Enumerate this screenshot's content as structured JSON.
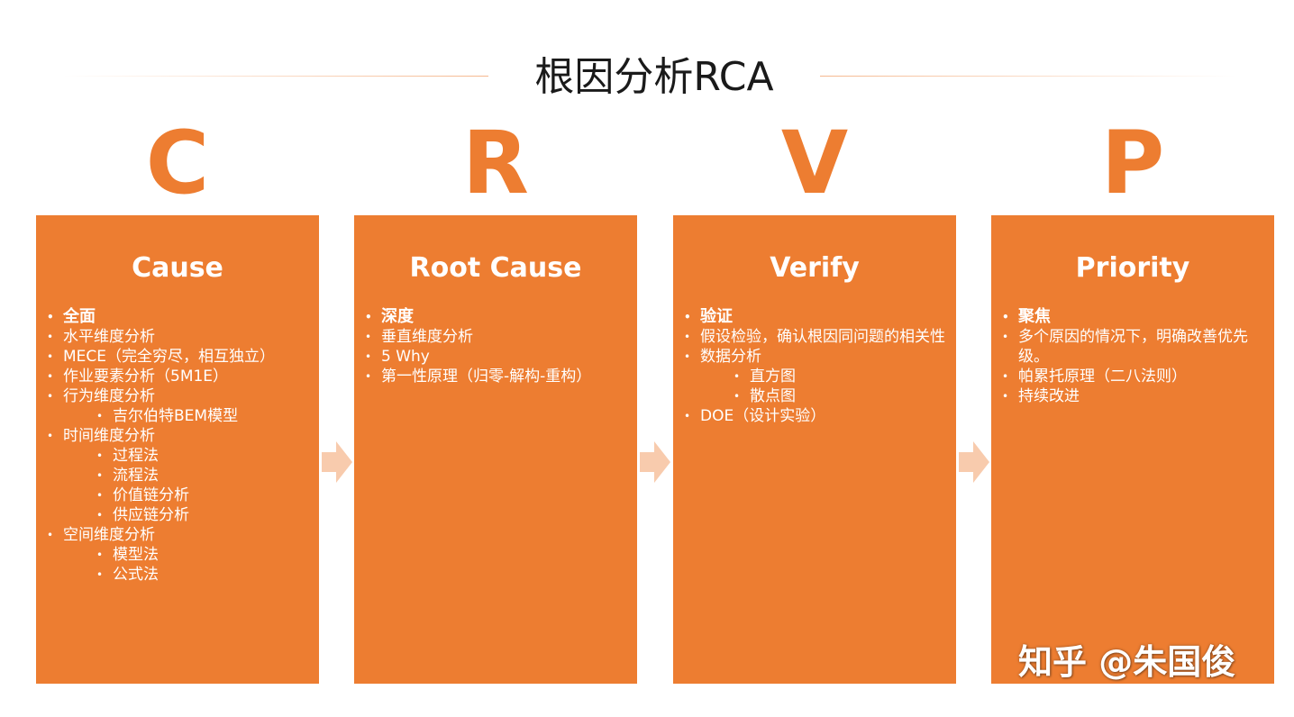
{
  "title": "根因分析RCA",
  "accent_color": "#ED7D31",
  "arrow_color": "#F8CBAD",
  "columns": [
    {
      "letter": "C",
      "heading": "Cause",
      "items": [
        {
          "text": "全面",
          "level": 1,
          "bold": true
        },
        {
          "text": "水平维度分析",
          "level": 1
        },
        {
          "text": "MECE（完全穷尽，相互独立）",
          "level": 1
        },
        {
          "text": "作业要素分析（5M1E）",
          "level": 1
        },
        {
          "text": "行为维度分析",
          "level": 1
        },
        {
          "text": "吉尔伯特BEM模型",
          "level": 2
        },
        {
          "text": "时间维度分析",
          "level": 1
        },
        {
          "text": "过程法",
          "level": 2
        },
        {
          "text": "流程法",
          "level": 2
        },
        {
          "text": "价值链分析",
          "level": 2
        },
        {
          "text": "供应链分析",
          "level": 2
        },
        {
          "text": "空间维度分析",
          "level": 1
        },
        {
          "text": "模型法",
          "level": 2
        },
        {
          "text": "公式法",
          "level": 2
        }
      ]
    },
    {
      "letter": "R",
      "heading": "Root Cause",
      "items": [
        {
          "text": "深度",
          "level": 1,
          "bold": true
        },
        {
          "text": "垂直维度分析",
          "level": 1
        },
        {
          "text": "5 Why",
          "level": 1
        },
        {
          "text": "第一性原理（归零-解构-重构）",
          "level": 1
        }
      ]
    },
    {
      "letter": "V",
      "heading": "Verify",
      "items": [
        {
          "text": "验证",
          "level": 1,
          "bold": true
        },
        {
          "text": "假设检验，确认根因同问题的相关性",
          "level": 1
        },
        {
          "text": "数据分析",
          "level": 1
        },
        {
          "text": "直方图",
          "level": 2
        },
        {
          "text": "散点图",
          "level": 2
        },
        {
          "text": "DOE（设计实验）",
          "level": 1
        }
      ]
    },
    {
      "letter": "P",
      "heading": "Priority",
      "items": [
        {
          "text": "聚焦",
          "level": 1,
          "bold": true
        },
        {
          "text": "多个原因的情况下，明确改善优先级。",
          "level": 1
        },
        {
          "text": "帕累托原理（二八法则）",
          "level": 1
        },
        {
          "text": "持续改进",
          "level": 1
        }
      ]
    }
  ],
  "watermark": "知乎 @朱国俊"
}
